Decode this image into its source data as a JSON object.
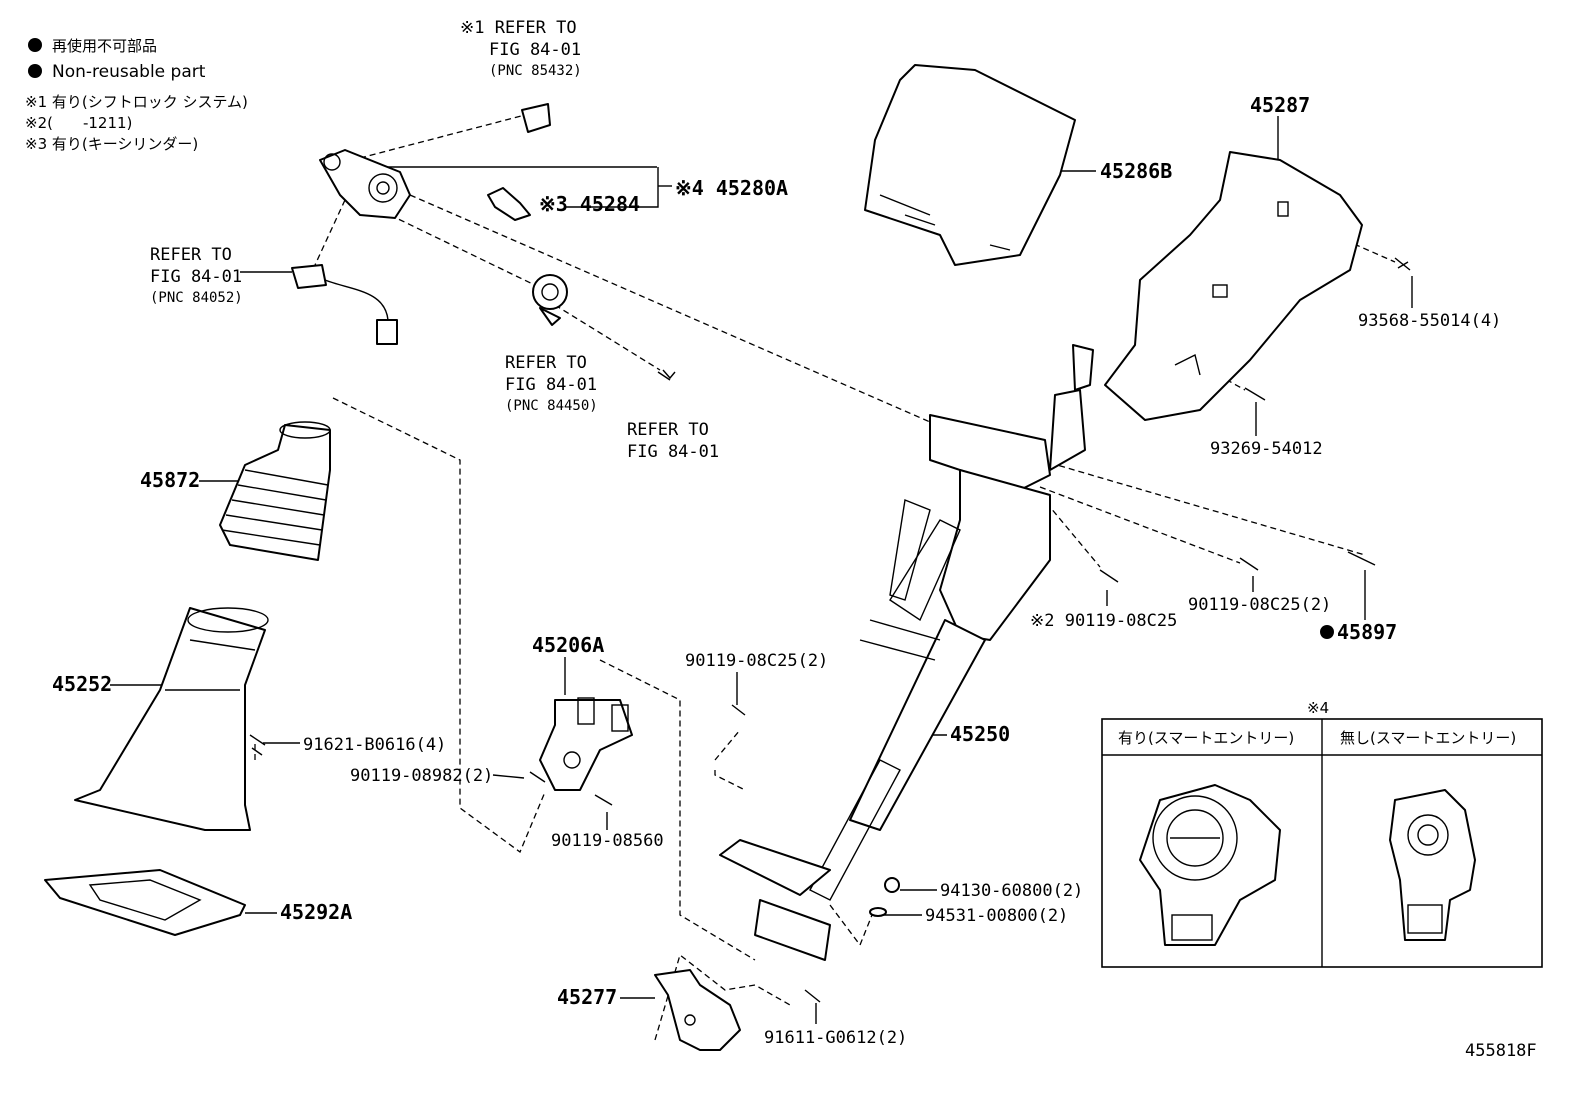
{
  "legend": {
    "line1": "再使用不可部品",
    "line2": "Non-reusable part",
    "note1": "※1 有り(シフトロック システム)",
    "note2": "※2(　　-1211)",
    "note3": "※3 有り(キーシリンダー)"
  },
  "refs": {
    "ref_a_1": "※1 REFER TO",
    "ref_a_2": "FIG 84-01",
    "ref_a_3": "(PNC 85432)",
    "ref_b_1": "REFER TO",
    "ref_b_2": "FIG 84-01",
    "ref_b_3": "(PNC 84052)",
    "ref_c_1": "REFER TO",
    "ref_c_2": "FIG 84-01",
    "ref_c_3": "(PNC 84450)",
    "ref_d_1": "REFER TO",
    "ref_d_2": "FIG 84-01"
  },
  "parts": {
    "p45280A": "※4 45280A",
    "p45284": "※3 45284",
    "p45286B": "45286B",
    "p45287": "45287",
    "p93568": "93568-55014(4)",
    "p93269": "93269-54012",
    "p45872": "45872",
    "p45252": "45252",
    "p91621": "91621-B0616(4)",
    "p45206A": "45206A",
    "p90119_08982": "90119-08982(2)",
    "p90119_08560": "90119-08560",
    "p90119_08C25_a": "90119-08C25(2)",
    "p90119_08C25_b": "※2 90119-08C25",
    "p90119_08C25_c": "90119-08C25(2)",
    "p45897": "45897",
    "p45250": "45250",
    "p94130": "94130-60800(2)",
    "p94531": "94531-00800(2)",
    "p45292A": "45292A",
    "p45277": "45277",
    "p91611": "91611-G0612(2)"
  },
  "inset": {
    "title": "※4",
    "col1": "有り(スマートエントリー)",
    "col2": "無し(スマートエントリー)"
  },
  "figure_id": "455818F"
}
